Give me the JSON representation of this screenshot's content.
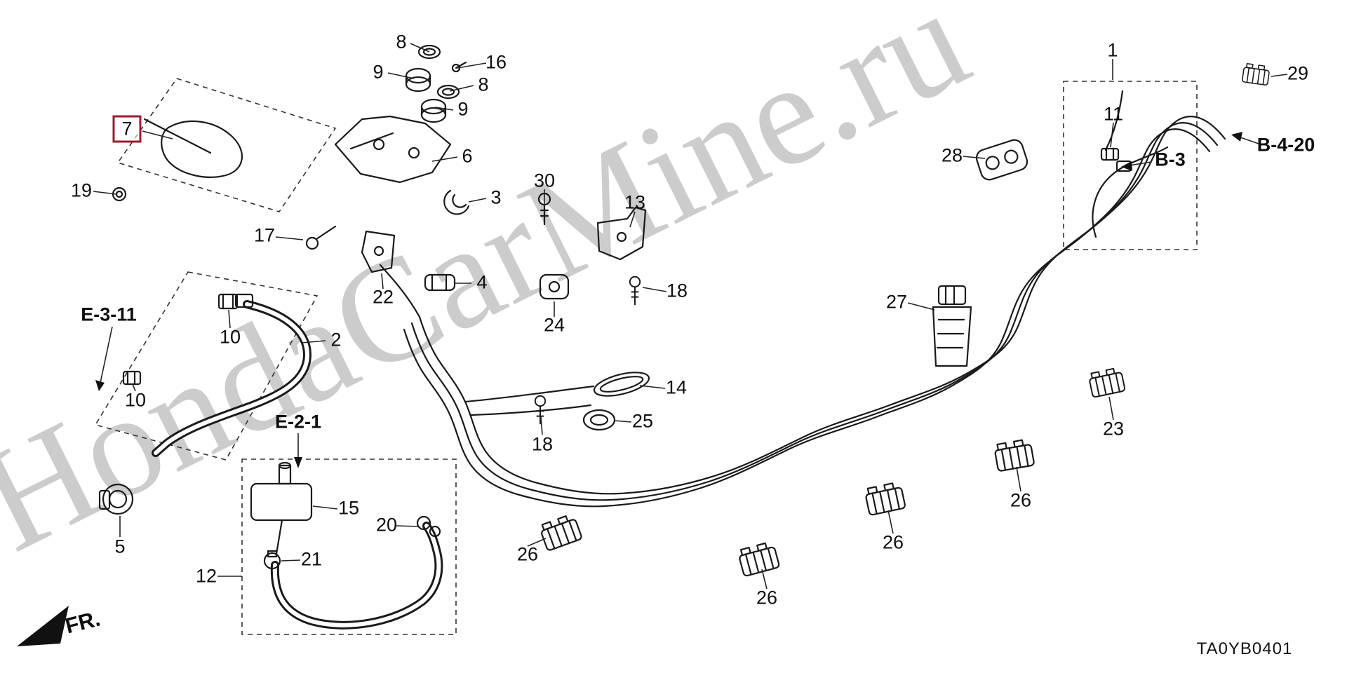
{
  "diagram": {
    "drawing_code": "TA0YB0401",
    "watermark": "HondaCarMine.ru",
    "direction_label": "FR.",
    "highlighted_label": {
      "text": "7"
    },
    "part_labels": [
      {
        "text": "8"
      },
      {
        "text": "16"
      },
      {
        "text": "9"
      },
      {
        "text": "8"
      },
      {
        "text": "9"
      },
      {
        "text": "6"
      },
      {
        "text": "19"
      },
      {
        "text": "3"
      },
      {
        "text": "30"
      },
      {
        "text": "13"
      },
      {
        "text": "17"
      },
      {
        "text": "22"
      },
      {
        "text": "4"
      },
      {
        "text": "18"
      },
      {
        "text": "24"
      },
      {
        "text": "10"
      },
      {
        "text": "2"
      },
      {
        "text": "14"
      },
      {
        "text": "10"
      },
      {
        "text": "25"
      },
      {
        "text": "18"
      },
      {
        "text": "15"
      },
      {
        "text": "5"
      },
      {
        "text": "20"
      },
      {
        "text": "21"
      },
      {
        "text": "12"
      },
      {
        "text": "26"
      },
      {
        "text": "26"
      },
      {
        "text": "26"
      },
      {
        "text": "26"
      },
      {
        "text": "23"
      },
      {
        "text": "27"
      },
      {
        "text": "28"
      },
      {
        "text": "1"
      },
      {
        "text": "11"
      },
      {
        "text": "29"
      }
    ],
    "ref_labels": [
      {
        "text": "E-3-11"
      },
      {
        "text": "E-2-1"
      },
      {
        "text": "B-3"
      },
      {
        "text": "B-4-20"
      }
    ]
  }
}
